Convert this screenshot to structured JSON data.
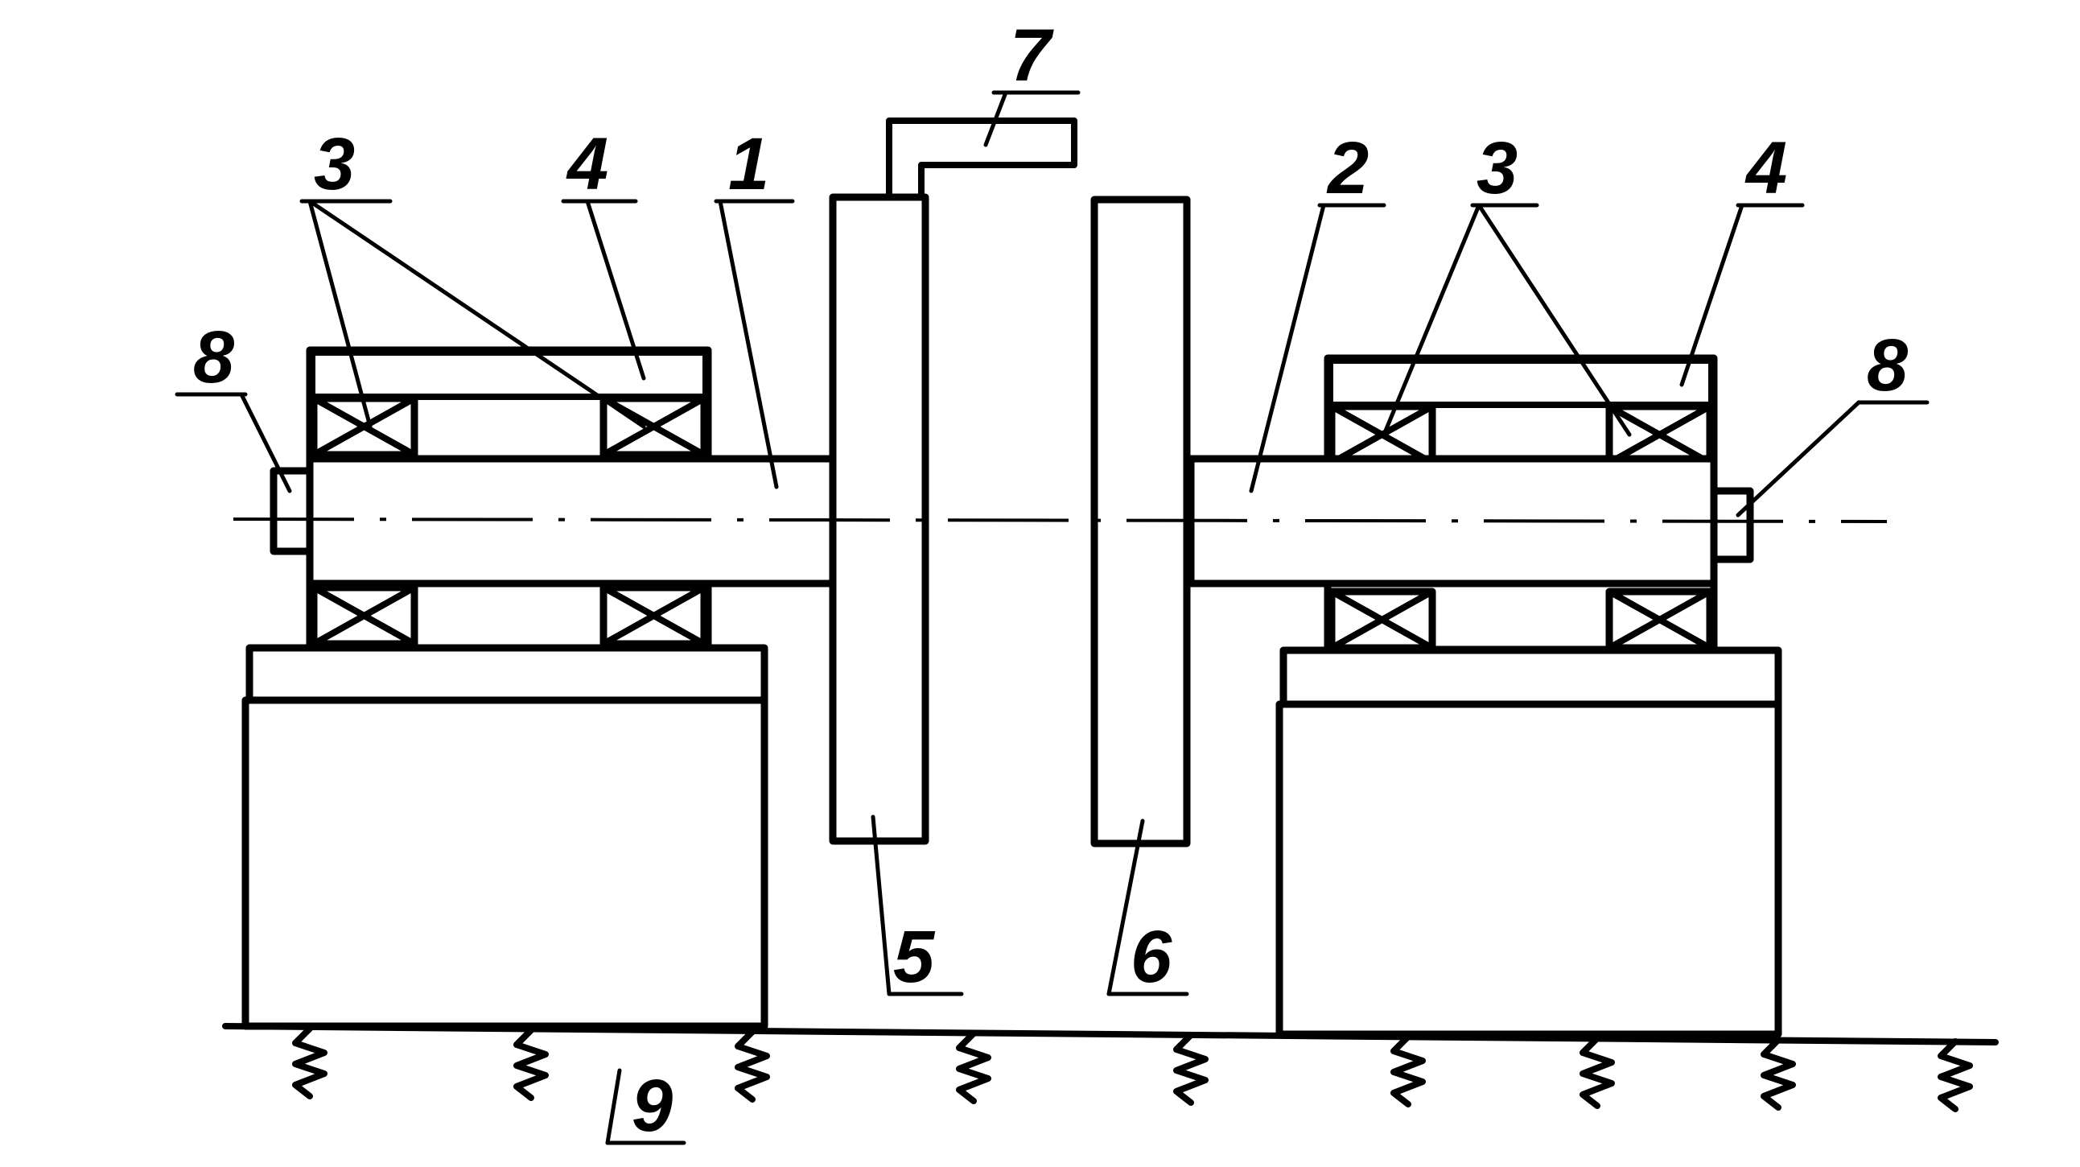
{
  "diagram": {
    "labels": {
      "n1": "1",
      "n2": "2",
      "n3_left": "3",
      "n3_right": "3",
      "n4_left": "4",
      "n4_right": "4",
      "n5": "5",
      "n6": "6",
      "n7": "7",
      "n8_left": "8",
      "n8_right": "8",
      "n9": "9"
    },
    "colors": {
      "ink": "#000000",
      "paper": "#ffffff"
    }
  }
}
